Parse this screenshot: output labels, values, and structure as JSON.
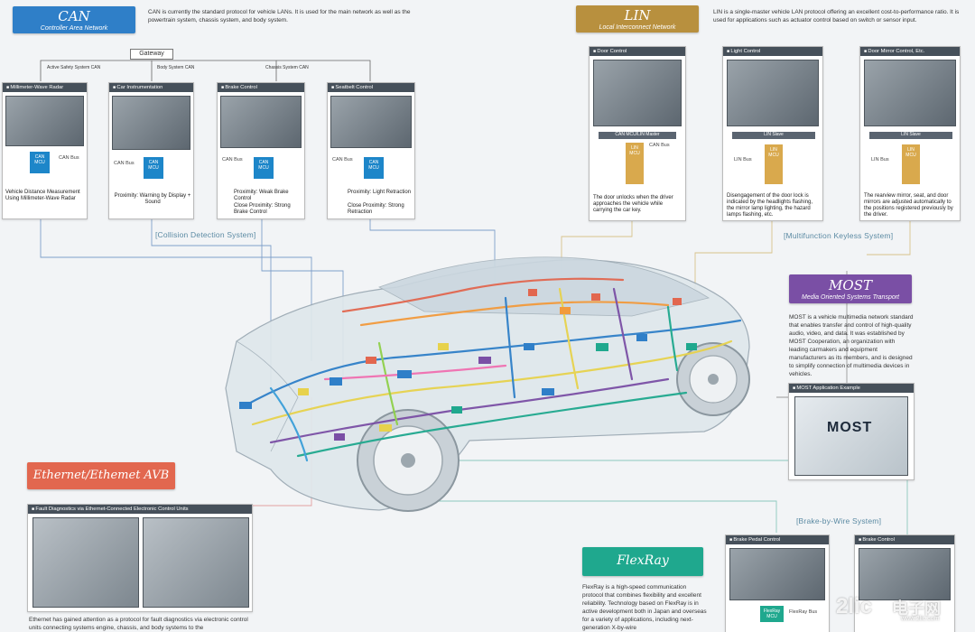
{
  "can": {
    "title": "CAN",
    "subtitle": "Controller Area Network",
    "description": "CAN is currently the standard protocol for vehicle LANs. It is used for the main network as well as the powertrain system, chassis system, and body system.",
    "gateway": "Gateway",
    "sub_networks": [
      "Active Safety System CAN",
      "Body System CAN",
      "Chassis System CAN"
    ],
    "panels": [
      {
        "title": "Millimeter-Wave Radar",
        "mcu": "CAN MCU",
        "bus": "CAN Bus",
        "caption": "Vehicle Distance Measurement Using Millimeter-Wave Radar",
        "proximity": ""
      },
      {
        "title": "Car Instrumentation",
        "mcu": "CAN MCU",
        "bus": "CAN Bus",
        "caption": "",
        "proximity": "Proximity: Warning by Display + Sound"
      },
      {
        "title": "Brake Control",
        "mcu": "CAN MCU",
        "bus": "CAN Bus",
        "caption": "",
        "proximity": "Proximity: Weak Brake Control",
        "proximity2": "Close Proximity: Strong Brake Control"
      },
      {
        "title": "Seatbelt Control",
        "mcu": "CAN MCU",
        "bus": "CAN Bus",
        "caption": "",
        "proximity": "Proximity: Light Retraction",
        "proximity2": "Close Proximity: Strong Retraction"
      }
    ],
    "group_label": "[Collision Detection System]"
  },
  "lin": {
    "title": "LIN",
    "subtitle": "Local Interconnect Network",
    "description": "LIN is a single-master vehicle LAN protocol offering an excellent cost-to-performance ratio. It is used for applications such as actuator control based on switch or sensor input.",
    "panels": [
      {
        "title": "Door Control",
        "bar": "CAN MCU/LIN Master",
        "mcu": "LIN MCU",
        "bus": "CAN Bus",
        "caption": "The door unlocks when the driver approaches the vehicle while carrying the car key."
      },
      {
        "title": "Light Control",
        "bar": "LIN Slave",
        "mcu": "LIN MCU",
        "bus": "LIN Bus",
        "caption": "Disengagement of the door lock is indicated by the headlights flashing, the mirror lamp lighting, the hazard lamps flashing, etc."
      },
      {
        "title": "Door Mirror Control, Etc.",
        "bar": "LIN Slave",
        "mcu": "LIN MCU",
        "bus": "LIN Bus",
        "caption": "The rearview mirror, seat, and door mirrors are adjusted automatically to the positions registered previously by the driver."
      }
    ],
    "group_label": "[Multifunction Keyless System]"
  },
  "most": {
    "title": "MOST",
    "subtitle": "Media Oriented Systems Transport",
    "description": "MOST is a vehicle multimedia network standard that enables transfer and control of high-quality audio, video, and data. It was established by MOST Cooperation, an organization with leading carmakers and equipment manufacturers as its members, and is designed to simplify connection of multimedia devices in vehicles.",
    "panel_title": "MOST Application Example",
    "logo": "MOST"
  },
  "ethernet": {
    "title": "Ethernet/Ethemet AVB",
    "panel_title": "Fault Diagnostics via Ethernet-Connected Electronic Control Units",
    "description": "Ethernet has gained attention as a protocol for fault diagnostics via electronic control units connecting systems engine, chassis, and body systems to the"
  },
  "flexray": {
    "title": "FlexRay",
    "description": "FlexRay is a high-speed communication protocol that combines flexibility and excellent reliability. Technology based on FlexRay is in active development both in Japan and overseas for a variety of applications, including next-generation X-by-wire",
    "group_label": "[Brake-by-Wire System]",
    "panels": [
      {
        "title": "Brake Pedal Control",
        "mcu": "FlexRay MCU",
        "bus": "FlexRay Bus"
      },
      {
        "title": "Brake Control",
        "mcu": "",
        "bus": ""
      }
    ]
  },
  "watermark": {
    "logo": "2lic",
    "text": "电子网",
    "url": "www.2lic.com"
  },
  "colors": {
    "can": "#2f7fc8",
    "lin": "#b8903e",
    "most": "#7a4fa5",
    "ethernet": "#e2674f",
    "flexray": "#1fa88e",
    "panel_header": "#46505a",
    "group_label": "#5b8aa3"
  }
}
